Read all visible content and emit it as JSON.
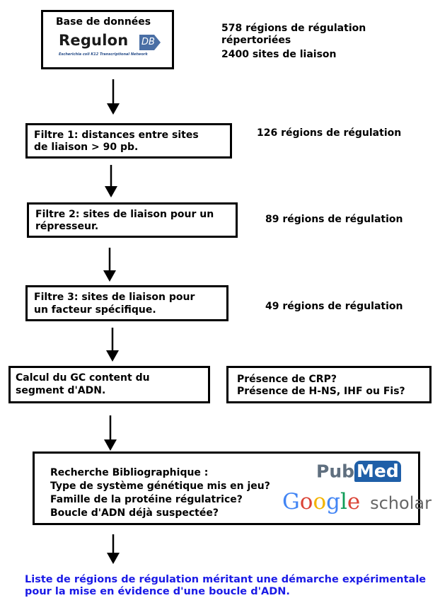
{
  "database": {
    "title": "Base de données",
    "logo_name": "Regulon",
    "logo_suffix": "DB",
    "logo_subtitle": "Escherichia coli K12 Transcriptional Network",
    "stats": [
      "578 régions de régulation",
      "répertoriées",
      "2400 sites de liaison"
    ]
  },
  "filters": [
    {
      "lines": [
        "Filtre 1: distances entre sites",
        "de liaison >   90 pb."
      ],
      "result": "126 régions de régulation"
    },
    {
      "lines": [
        "Filtre 2: sites de liaison pour un",
        "répresseur."
      ],
      "result": "89 régions de régulation"
    },
    {
      "lines": [
        "Filtre 3: sites de liaison pour",
        "un facteur spécifique."
      ],
      "result": "49 régions de régulation"
    }
  ],
  "gc_box": {
    "lines": [
      "Calcul du GC content du",
      "segment d'ADN."
    ]
  },
  "presence_box": {
    "lines": [
      "Présence de CRP?",
      "Présence de H-NS, IHF ou Fis?"
    ]
  },
  "biblio": {
    "lines": [
      "Recherche Bibliographique :",
      "Type de système génétique mis en jeu?",
      "Famille de la protéine régulatrice?",
      "Boucle d'ADN déjà suspectée?"
    ],
    "pubmed_pub": "Pub",
    "pubmed_med": "Med",
    "google": "Google",
    "scholar": "scholar"
  },
  "footer": [
    "Liste de régions de régulation méritant une démarche expérimentale",
    "pour la mise en évidence d'une boucle d'ADN."
  ],
  "colors": {
    "footer_text": "#1a1ae6",
    "pubmed_blue": "#1f5fa8",
    "pubmed_grey": "#5f6f7f",
    "google_blue": "#4285f4",
    "google_red": "#db4437",
    "google_yellow": "#f4b400",
    "google_green": "#0f9d58",
    "scholar_grey": "#666666"
  }
}
